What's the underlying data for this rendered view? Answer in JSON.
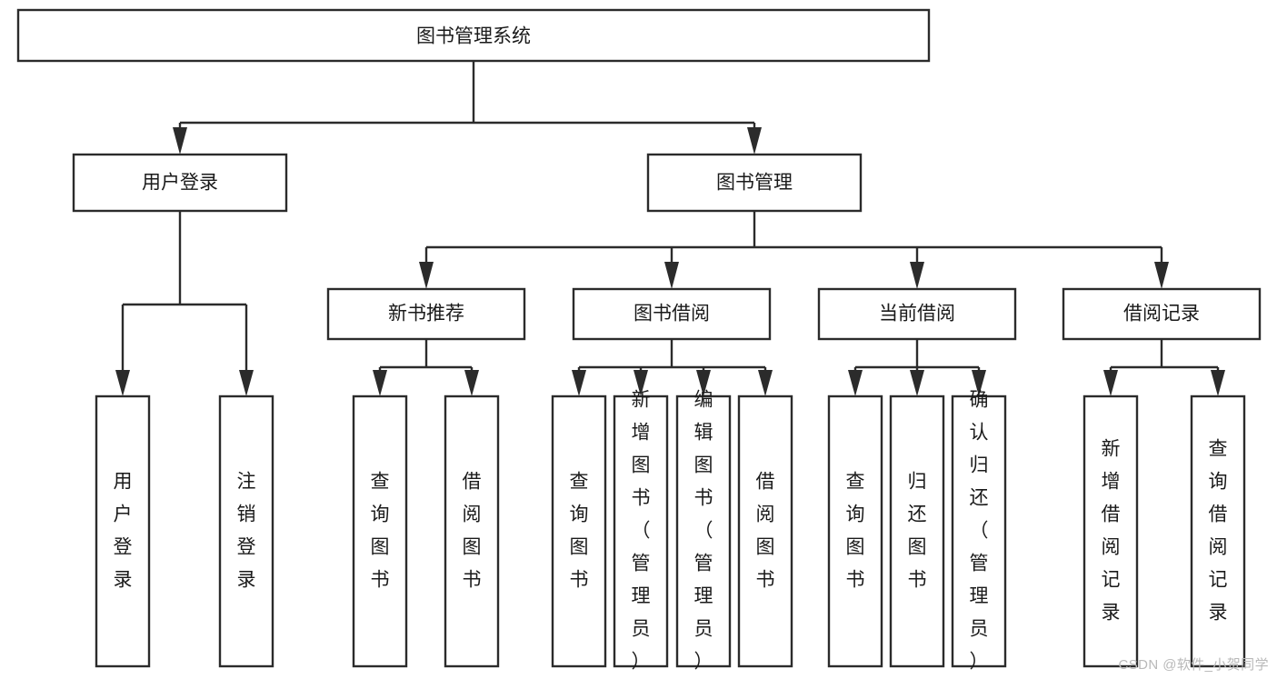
{
  "diagram": {
    "type": "tree-hierarchy-chart",
    "title": "图书管理系统",
    "watermark": "CSDN @软件_小贺同学",
    "colors": {
      "box_stroke": "#2b2b2b",
      "box_fill": "#ffffff",
      "text": "#1a1a1a",
      "background": "#ffffff",
      "watermark": "#b9b9b9"
    },
    "levels": {
      "root": {
        "label": "图书管理系统",
        "orientation": "horizontal"
      },
      "level2": [
        {
          "label": "用户登录",
          "orientation": "horizontal"
        },
        {
          "label": "图书管理",
          "orientation": "horizontal"
        }
      ],
      "level3": [
        {
          "label": "新书推荐",
          "orientation": "horizontal",
          "parent": "图书管理"
        },
        {
          "label": "图书借阅",
          "orientation": "horizontal",
          "parent": "图书管理"
        },
        {
          "label": "当前借阅",
          "orientation": "horizontal",
          "parent": "图书管理"
        },
        {
          "label": "借阅记录",
          "orientation": "horizontal",
          "parent": "图书管理"
        }
      ],
      "leaves": [
        {
          "label": "用户登录",
          "parent": "用户登录",
          "orientation": "vertical"
        },
        {
          "label": "注销登录",
          "parent": "用户登录",
          "orientation": "vertical"
        },
        {
          "label": "查询图书",
          "parent": "新书推荐",
          "orientation": "vertical"
        },
        {
          "label": "借阅图书",
          "parent": "新书推荐",
          "orientation": "vertical"
        },
        {
          "label": "查询图书",
          "parent": "图书借阅",
          "orientation": "vertical"
        },
        {
          "label": "新增图书（管理员）",
          "parent": "图书借阅",
          "orientation": "vertical"
        },
        {
          "label": "编辑图书（管理员）",
          "parent": "图书借阅",
          "orientation": "vertical"
        },
        {
          "label": "借阅图书",
          "parent": "图书借阅",
          "orientation": "vertical"
        },
        {
          "label": "查询图书",
          "parent": "当前借阅",
          "orientation": "vertical"
        },
        {
          "label": "归还图书",
          "parent": "当前借阅",
          "orientation": "vertical"
        },
        {
          "label": "确认归还（管理员）",
          "parent": "当前借阅",
          "orientation": "vertical"
        },
        {
          "label": "新增借阅记录",
          "parent": "借阅记录",
          "orientation": "vertical"
        },
        {
          "label": "查询借阅记录",
          "parent": "借阅记录",
          "orientation": "vertical"
        }
      ]
    },
    "nodes": {
      "root": {
        "text": "图书管理系统"
      },
      "user_login_group": {
        "text": "用户登录"
      },
      "book_manage_group": {
        "text": "图书管理"
      },
      "new_book_rec": {
        "text": "新书推荐"
      },
      "book_borrow": {
        "text": "图书借阅"
      },
      "current_borrow": {
        "text": "当前借阅"
      },
      "borrow_record": {
        "text": "借阅记录"
      },
      "leaf_user_login": {
        "text": "用户登录"
      },
      "leaf_logout": {
        "text": "注销登录"
      },
      "leaf_rec_query": {
        "text": "查询图书"
      },
      "leaf_rec_borrow": {
        "text": "借阅图书"
      },
      "leaf_borrow_query": {
        "text": "查询图书"
      },
      "leaf_borrow_add": {
        "text": "新增图书（管理员）"
      },
      "leaf_borrow_edit": {
        "text": "编辑图书（管理员）"
      },
      "leaf_borrow_borrow": {
        "text": "借阅图书"
      },
      "leaf_cur_query": {
        "text": "查询图书"
      },
      "leaf_cur_return": {
        "text": "归还图书"
      },
      "leaf_cur_confirm": {
        "text": "确认归还（管理员）"
      },
      "leaf_rec_add": {
        "text": "新增借阅记录"
      },
      "leaf_rec_query2": {
        "text": "查询借阅记录"
      }
    }
  }
}
